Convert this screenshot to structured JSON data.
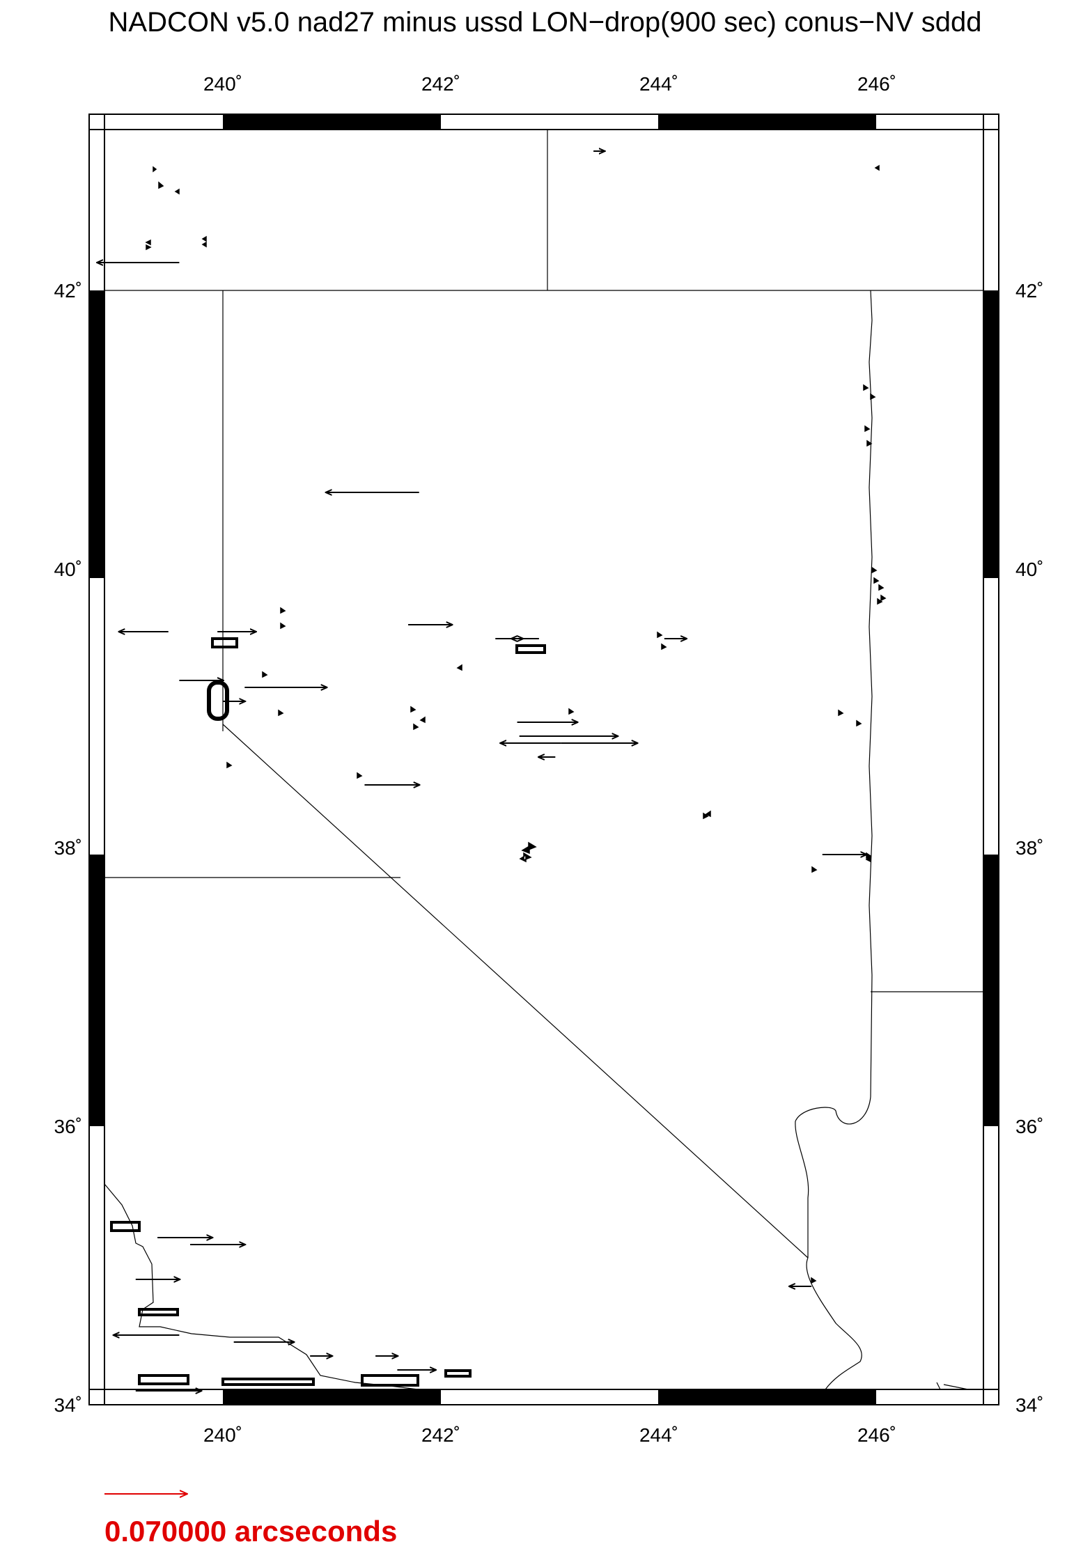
{
  "map": {
    "title": "NADCON v5.0 nad27 minus ussd LON−drop(900 sec) conus−NV sddd",
    "lon_ticks": [
      {
        "value": 240,
        "label": "240˚"
      },
      {
        "value": 242,
        "label": "242˚"
      },
      {
        "value": 244,
        "label": "244˚"
      },
      {
        "value": 246,
        "label": "246˚"
      }
    ],
    "lat_ticks": [
      {
        "value": 42,
        "label": "42˚"
      },
      {
        "value": 40,
        "label": "40˚"
      },
      {
        "value": 38,
        "label": "38˚"
      },
      {
        "value": 36,
        "label": "36˚"
      },
      {
        "value": 34,
        "label": "34˚"
      }
    ],
    "lon_range": [
      238.9,
      247.0
    ],
    "lat_range": [
      33.95,
      43.15
    ],
    "vector_color": "#000000",
    "legend": {
      "label": "0.070000 arcseconds",
      "color": "#e00000"
    }
  },
  "chart_data": {
    "type": "vector-field",
    "title": "NADCON v5.0 nad27 minus ussd LON−drop(900 sec) conus−NV sddd",
    "xlabel": "",
    "ylabel": "",
    "xlim": [
      238.9,
      247.0
    ],
    "ylim": [
      33.95,
      43.15
    ],
    "grid": false,
    "legend_placement": "bottom-left",
    "vectors": [
      {
        "lon": 241.8,
        "lat": 40.55,
        "dlon": -0.85
      },
      {
        "lon": 239.5,
        "lat": 39.55,
        "dlon": -0.45
      },
      {
        "lon": 239.95,
        "lat": 39.55,
        "dlon": 0.35
      },
      {
        "lon": 241.7,
        "lat": 39.6,
        "dlon": 0.4
      },
      {
        "lon": 242.5,
        "lat": 39.5,
        "dlon": 0.25
      },
      {
        "lon": 242.9,
        "lat": 39.5,
        "dlon": -0.25
      },
      {
        "lon": 244.05,
        "lat": 39.5,
        "dlon": 0.2
      },
      {
        "lon": 240.2,
        "lat": 39.15,
        "dlon": 0.75
      },
      {
        "lon": 239.6,
        "lat": 39.2,
        "dlon": 0.4
      },
      {
        "lon": 240.0,
        "lat": 39.05,
        "dlon": 0.2
      },
      {
        "lon": 242.7,
        "lat": 38.9,
        "dlon": 0.55
      },
      {
        "lon": 242.72,
        "lat": 38.8,
        "dlon": 0.9
      },
      {
        "lon": 243.1,
        "lat": 38.75,
        "dlon": 0.7
      },
      {
        "lon": 243.1,
        "lat": 38.75,
        "dlon": -0.55
      },
      {
        "lon": 243.05,
        "lat": 38.65,
        "dlon": -0.15
      },
      {
        "lon": 241.3,
        "lat": 38.45,
        "dlon": 0.5
      },
      {
        "lon": 245.5,
        "lat": 37.95,
        "dlon": 0.4
      },
      {
        "lon": 239.6,
        "lat": 42.2,
        "dlon": -0.75
      },
      {
        "lon": 243.4,
        "lat": 43.0,
        "dlon": 0.1
      },
      {
        "lon": 239.4,
        "lat": 35.2,
        "dlon": 0.5
      },
      {
        "lon": 239.7,
        "lat": 35.15,
        "dlon": 0.5
      },
      {
        "lon": 239.2,
        "lat": 34.9,
        "dlon": 0.4
      },
      {
        "lon": 239.6,
        "lat": 34.5,
        "dlon": -0.6
      },
      {
        "lon": 240.1,
        "lat": 34.45,
        "dlon": 0.55
      },
      {
        "lon": 240.8,
        "lat": 34.35,
        "dlon": 0.2
      },
      {
        "lon": 241.4,
        "lat": 34.35,
        "dlon": 0.2
      },
      {
        "lon": 241.6,
        "lat": 34.25,
        "dlon": 0.35
      },
      {
        "lon": 239.2,
        "lat": 34.1,
        "dlon": 0.6
      },
      {
        "lon": 245.4,
        "lat": 34.85,
        "dlon": -0.2
      }
    ]
  }
}
